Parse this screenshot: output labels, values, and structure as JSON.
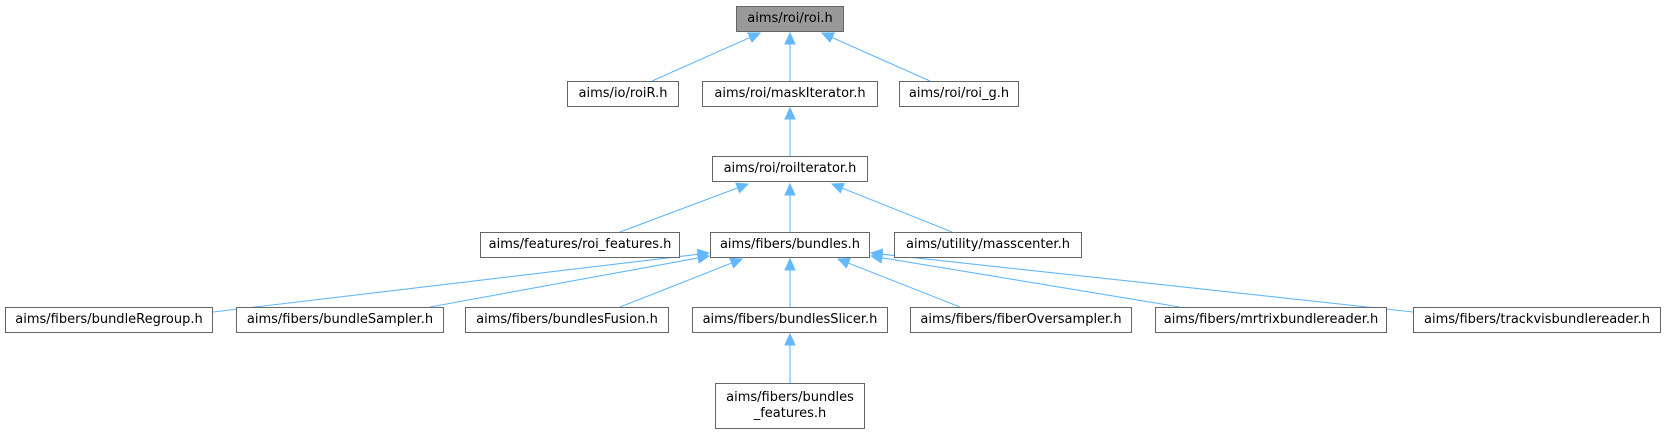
{
  "graph": {
    "edge_color": "#63b8ff",
    "root_fill": "#999999",
    "node_border": "#666666",
    "nodes": {
      "roi_h": "aims/roi/roi.h",
      "roiR_h": "aims/io/roiR.h",
      "maskIterator_h": "aims/roi/maskIterator.h",
      "roi_g_h": "aims/roi/roi_g.h",
      "roiIterator_h": "aims/roi/roiIterator.h",
      "roi_features_h": "aims/features/roi_features.h",
      "bundles_h": "aims/fibers/bundles.h",
      "masscenter_h": "aims/utility/masscenter.h",
      "bundleRegroup_h": "aims/fibers/bundleRegroup.h",
      "bundleSampler_h": "aims/fibers/bundleSampler.h",
      "bundlesFusion_h": "aims/fibers/bundlesFusion.h",
      "bundlesSlicer_h": "aims/fibers/bundlesSlicer.h",
      "fiberOversampler_h": "aims/fibers/fiberOversampler.h",
      "mrtrixbundlereader_h": "aims/fibers/mrtrixbundlereader.h",
      "trackvisbundlereader_h": "aims/fibers/trackvisbundlereader.h",
      "bundles_features_h": "aims/fibers/bundles\n_features.h"
    }
  }
}
